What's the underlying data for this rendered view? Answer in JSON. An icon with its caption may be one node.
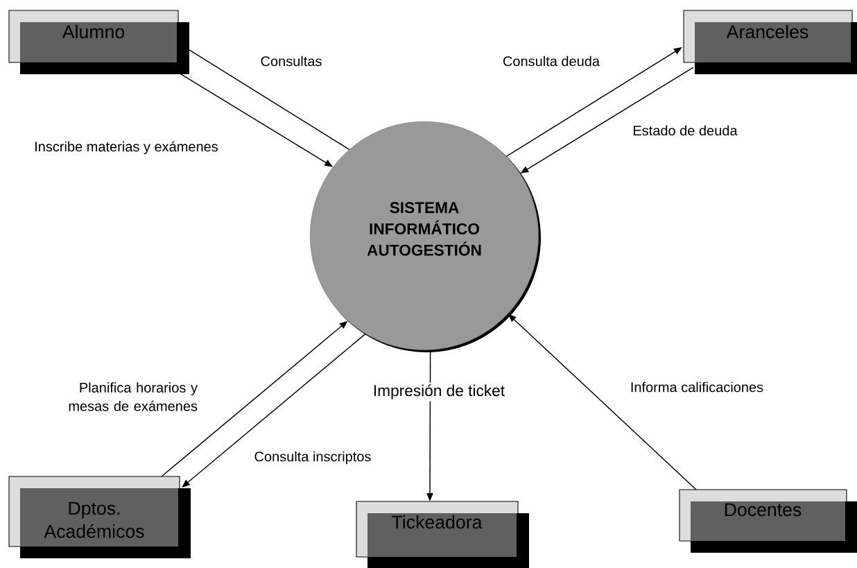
{
  "diagram": {
    "nodes": [
      {
        "text": [
          "Alumno"
        ]
      },
      {
        "text": [
          "Aranceles"
        ]
      },
      {
        "text": [
          "SISTEMA INFORMÁTICO AUTOGESTIÓN"
        ]
      },
      {
        "text": [
          "Dptos. Académicos"
        ]
      },
      {
        "text": [
          "Tickeadora"
        ]
      },
      {
        "text": [
          "Docentes"
        ]
      }
    ],
    "edges": [
      {
        "from": 0,
        "to": 2,
        "arrow": "none",
        "label": "Consultas"
      },
      {
        "from": 0,
        "to": 2,
        "arrow": "to",
        "label": "Inscribe materias y exámenes"
      },
      {
        "from": 2,
        "to": 1,
        "arrow": "to",
        "label": "Consulta deuda"
      },
      {
        "from": 1,
        "to": 2,
        "arrow": "to",
        "label": "Estado de deuda"
      },
      {
        "from": 3,
        "to": 2,
        "arrow": "to",
        "label": "Planifica horarios y mesas de exámenes"
      },
      {
        "from": 2,
        "to": 3,
        "arrow": "to",
        "label": "Consulta inscriptos"
      },
      {
        "from": 2,
        "to": 4,
        "arrow": "to",
        "label": "Impresión de ticket"
      },
      {
        "from": 5,
        "to": 2,
        "arrow": "to",
        "label": "Informa calificaciones"
      }
    ]
  }
}
